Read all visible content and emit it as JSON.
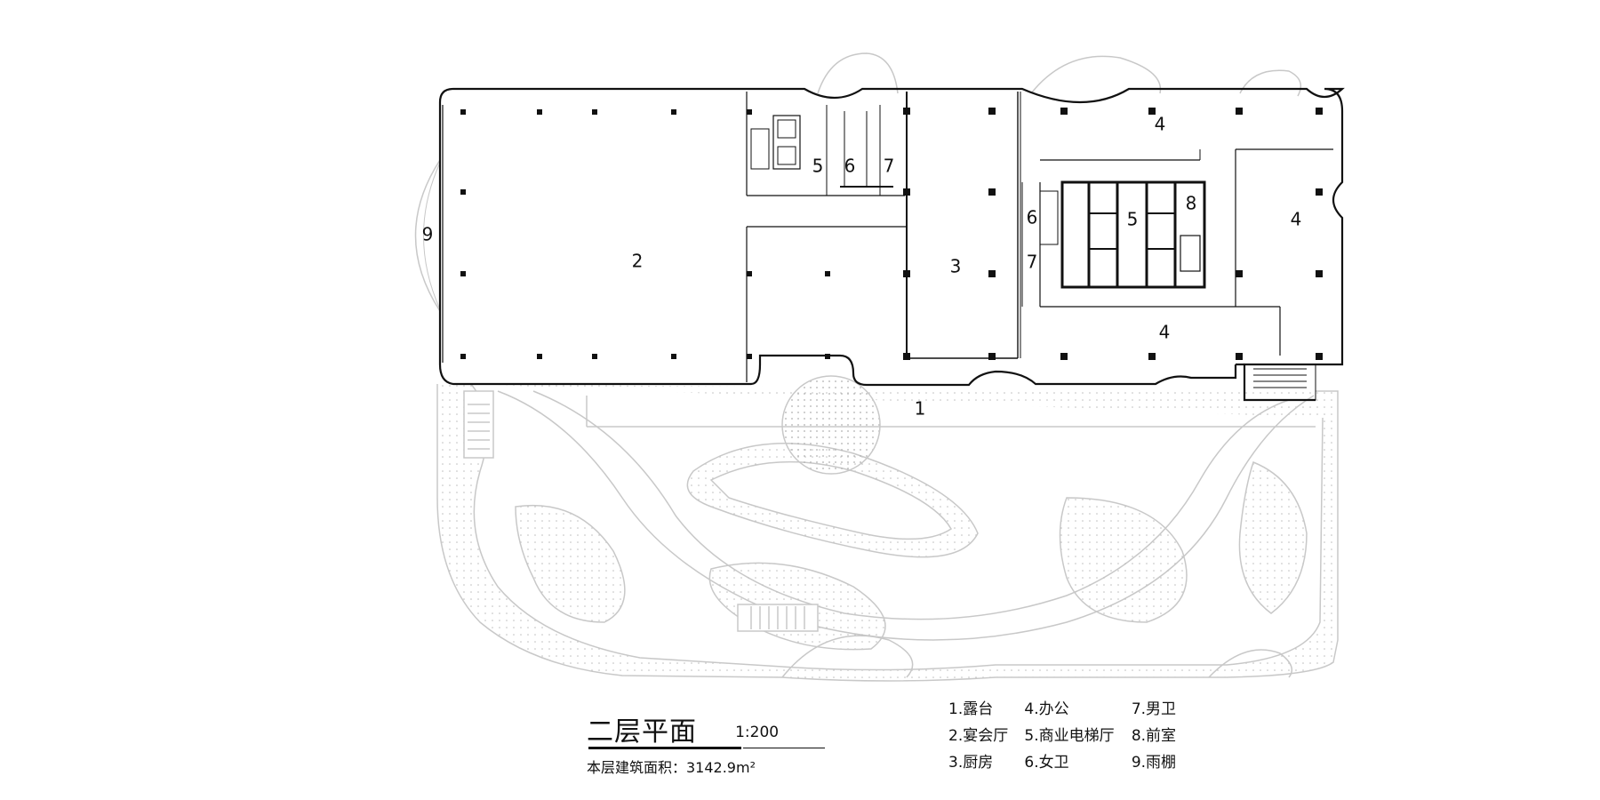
{
  "plan": {
    "title": "二层平面",
    "scale": "1:200",
    "area_label": "本层建筑面积：3142.9m²"
  },
  "rooms": {
    "r1": "1",
    "r2": "2",
    "r3": "3",
    "r4_top": "4",
    "r4_right": "4",
    "r4_bottom": "4",
    "r5_left": "5",
    "r5_core": "5",
    "r6_left": "6",
    "r6_core": "6",
    "r7_left": "7",
    "r7_core": "7",
    "r8": "8",
    "r9": "9"
  },
  "legend": [
    [
      "1.露台",
      "4.办公",
      "7.男卫"
    ],
    [
      "2.宴会厅",
      "5.商业电梯厅",
      "8.前室"
    ],
    [
      "3.厨房",
      "6.女卫",
      "9.雨棚"
    ]
  ],
  "colors": {
    "wall": "#111111",
    "landscape": "#c8c8c8",
    "background": "#ffffff"
  }
}
